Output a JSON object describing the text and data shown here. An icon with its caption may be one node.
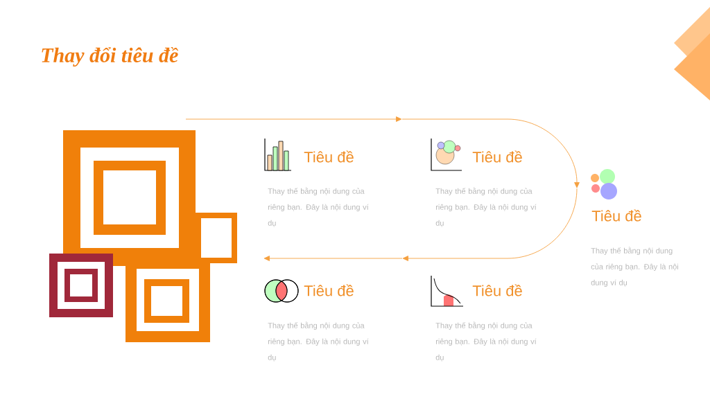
{
  "diagram": {
    "title": "Thay đổi tiêu đề",
    "nodes": [
      {
        "text": [
          "Tiêu đề",
          "Thay thế bằng nội dung của riêng bạn. Đây là nội dung ví dụ"
        ]
      },
      {
        "text": [
          "Tiêu đề",
          "Thay thế bằng nội dung của riêng bạn. Đây là nội dung ví dụ"
        ]
      },
      {
        "text": [
          "Tiêu đề",
          "Thay thế bằng nội dung của riêng bạn. Đây là nội dung ví dụ"
        ]
      },
      {
        "text": [
          "Tiêu đề",
          "Thay thế bằng nội dung của riêng bạn. Đây là nội dung ví dụ"
        ]
      },
      {
        "text": [
          "Tiêu đề",
          "Thay thế bằng nội dung của riêng bạn. Đây là nội dung ví dụ"
        ]
      }
    ],
    "edges": [
      {
        "from": null,
        "to": 1,
        "arrow": "to"
      },
      {
        "from": 1,
        "to": 2,
        "arrow": "to"
      },
      {
        "from": 2,
        "to": 4,
        "arrow": "to"
      },
      {
        "from": 4,
        "to": 3,
        "arrow": "to"
      }
    ]
  }
}
